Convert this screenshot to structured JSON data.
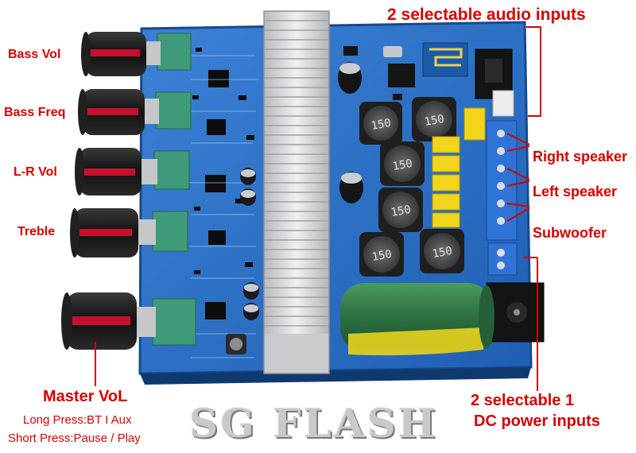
{
  "labels": {
    "bass_vol": "Bass Vol",
    "bass_freq": "Bass Freq",
    "lr_vol": "L-R Vol",
    "treble": "Treble",
    "master_vol": "Master VoL",
    "master_long_press": "Long Press:BT I Aux",
    "master_short_press": "Short Press:Pause / Play",
    "audio_inputs": "2 selectable audio inputs",
    "right_speaker": "Right speaker",
    "left_speaker": "Left speaker",
    "subwoofer": "Subwoofer",
    "dc_inputs_line1": "2 selectable 1",
    "dc_inputs_line2": "DC power inputs"
  },
  "board": {
    "inductor_marking": "150"
  },
  "watermark": "SG FLASH",
  "colors": {
    "label_red": "#d40000",
    "pcb_blue": "#2a6fc9",
    "knob_red": "#c8102e",
    "heatsink": "#d9dadc",
    "capacitor_green": "#2f7a45",
    "pot_green": "#3f9a7a"
  },
  "icons": [
    "bass-vol-knob-icon",
    "bass-freq-knob-icon",
    "lr-vol-knob-icon",
    "treble-knob-icon",
    "master-vol-knob-icon"
  ]
}
